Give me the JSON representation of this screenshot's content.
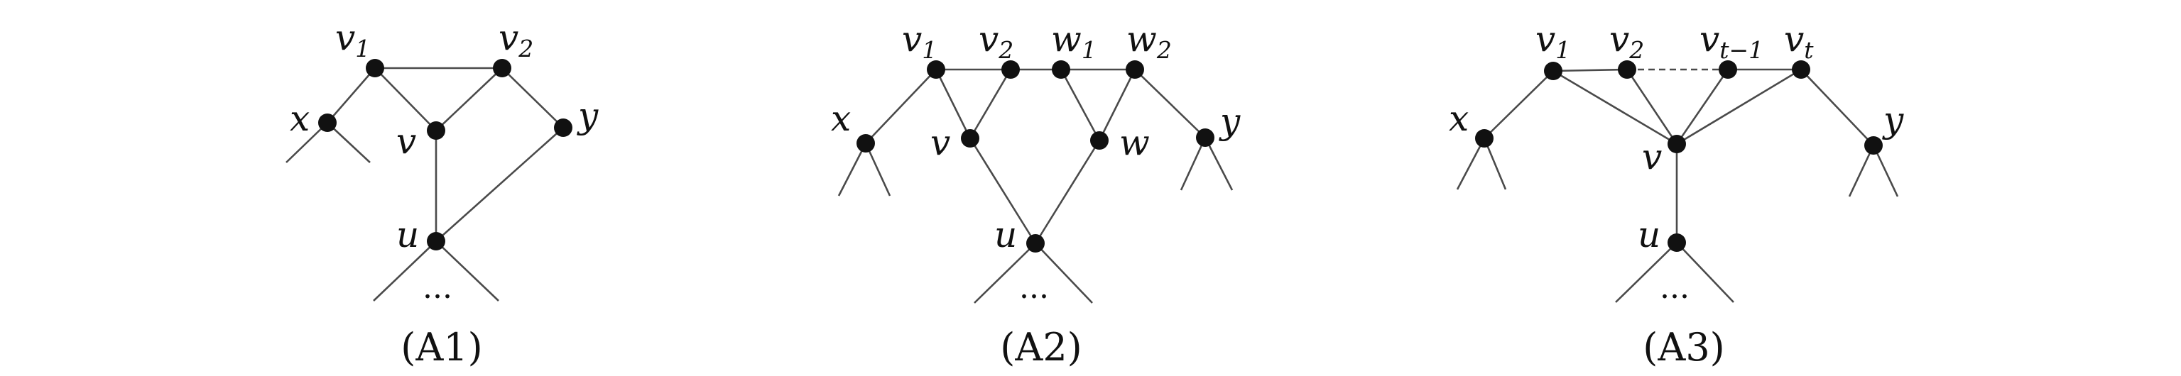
{
  "figures": [
    {
      "id": "A1",
      "caption": "(A1)",
      "nodes": [
        {
          "id": "v1",
          "label": "v",
          "sub": "1"
        },
        {
          "id": "v2",
          "label": "v",
          "sub": "2"
        },
        {
          "id": "x",
          "label": "x",
          "sub": ""
        },
        {
          "id": "v",
          "label": "v",
          "sub": ""
        },
        {
          "id": "y",
          "label": "y",
          "sub": ""
        },
        {
          "id": "u",
          "label": "u",
          "sub": ""
        }
      ],
      "edges": [
        [
          "v1",
          "v2"
        ],
        [
          "v1",
          "x"
        ],
        [
          "v1",
          "v"
        ],
        [
          "v2",
          "v"
        ],
        [
          "v2",
          "y"
        ],
        [
          "v",
          "u"
        ],
        [
          "y",
          "u"
        ]
      ],
      "ellipsis": "..."
    },
    {
      "id": "A2",
      "caption": "(A2)",
      "nodes": [
        {
          "id": "v1",
          "label": "v",
          "sub": "1"
        },
        {
          "id": "v2",
          "label": "v",
          "sub": "2"
        },
        {
          "id": "w1",
          "label": "w",
          "sub": "1"
        },
        {
          "id": "w2",
          "label": "w",
          "sub": "2"
        },
        {
          "id": "x",
          "label": "x",
          "sub": ""
        },
        {
          "id": "v",
          "label": "v",
          "sub": ""
        },
        {
          "id": "w",
          "label": "w",
          "sub": ""
        },
        {
          "id": "y",
          "label": "y",
          "sub": ""
        },
        {
          "id": "u",
          "label": "u",
          "sub": ""
        }
      ],
      "edges": [
        [
          "v1",
          "v2"
        ],
        [
          "v2",
          "w1"
        ],
        [
          "w1",
          "w2"
        ],
        [
          "v1",
          "x"
        ],
        [
          "v1",
          "v"
        ],
        [
          "v2",
          "v"
        ],
        [
          "w1",
          "w"
        ],
        [
          "w2",
          "w"
        ],
        [
          "w2",
          "y"
        ],
        [
          "v",
          "u"
        ],
        [
          "w",
          "u"
        ]
      ],
      "ellipsis": "..."
    },
    {
      "id": "A3",
      "caption": "(A3)",
      "nodes": [
        {
          "id": "v1",
          "label": "v",
          "sub": "1"
        },
        {
          "id": "v2",
          "label": "v",
          "sub": "2"
        },
        {
          "id": "vt1",
          "label": "v",
          "sub": "t−1"
        },
        {
          "id": "vt",
          "label": "v",
          "sub": "t"
        },
        {
          "id": "x",
          "label": "x",
          "sub": ""
        },
        {
          "id": "v",
          "label": "v",
          "sub": ""
        },
        {
          "id": "y",
          "label": "y",
          "sub": ""
        },
        {
          "id": "u",
          "label": "u",
          "sub": ""
        }
      ],
      "edges": [
        [
          "v1",
          "v2"
        ],
        [
          "vt1",
          "vt"
        ],
        [
          "v1",
          "x"
        ],
        [
          "v1",
          "v"
        ],
        [
          "v2",
          "v"
        ],
        [
          "vt1",
          "v"
        ],
        [
          "vt",
          "v"
        ],
        [
          "vt",
          "y"
        ],
        [
          "v",
          "u"
        ]
      ],
      "dashed_edges": [
        [
          "v2",
          "vt1"
        ]
      ],
      "ellipsis": "..."
    }
  ]
}
